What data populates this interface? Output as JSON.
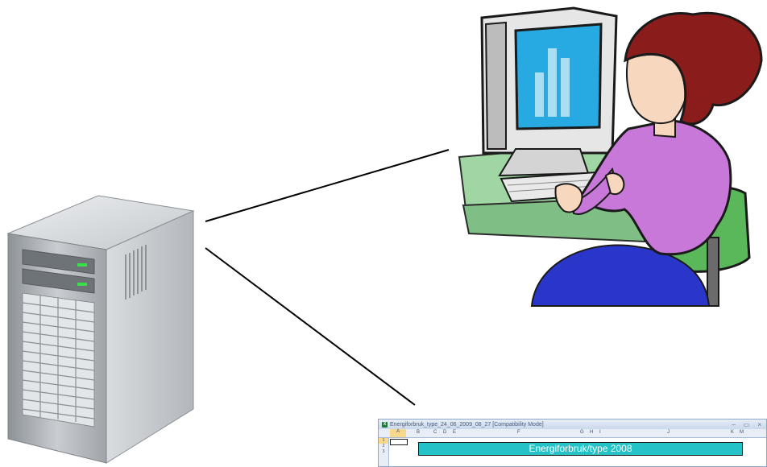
{
  "excel_window": {
    "title": "Energiforbruk_type_24_06_2009_08_27 [Compatibility Mode]",
    "app_icon": "excel-icon",
    "window_buttons": [
      "–",
      "▭",
      "×"
    ],
    "column_headers": [
      "A",
      "B",
      "C",
      "D",
      "E",
      "F",
      "G",
      "H",
      "I",
      "J",
      "K",
      "M"
    ],
    "row_headers": [
      "1",
      "2",
      "3"
    ],
    "banner_text": "Energiforbruk/type 2008",
    "banner_color": "#25c2c7"
  },
  "icons": [
    "server-tower-icon",
    "user-at-computer-icon"
  ]
}
